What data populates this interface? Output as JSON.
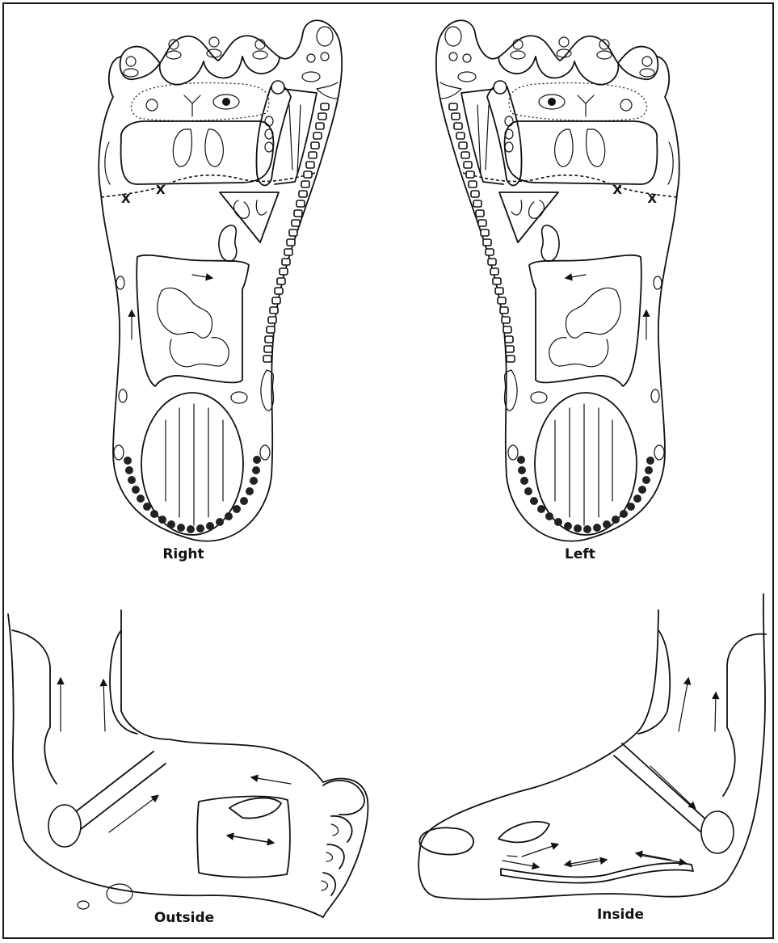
{
  "diagram": {
    "labels": {
      "right": "Right",
      "left": "Left",
      "outside": "Outside",
      "inside": "Inside"
    },
    "marks": {
      "x_mark": "X"
    },
    "colors": {
      "stroke": "#111111",
      "background": "#ffffff",
      "bead": "#222222"
    }
  }
}
